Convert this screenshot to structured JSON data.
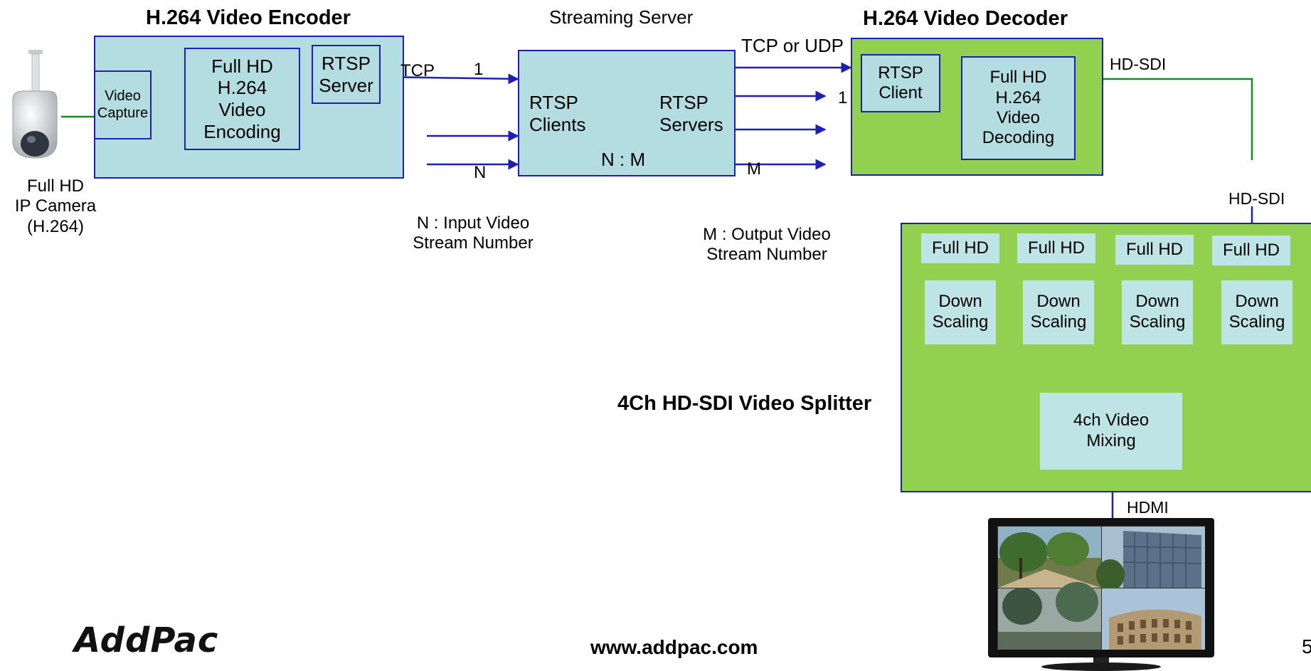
{
  "colors": {
    "panel_cyan": "#b4dde2",
    "panel_green": "#92d050",
    "tile_cyan": "#bfe4e6",
    "border_blue": "#1f1fb4",
    "line_blue": "#1f1fb4",
    "line_green": "#1a8a1a"
  },
  "icons": [
    "ip-camera-icon",
    "monitor-icon"
  ],
  "encoder": {
    "title": "H.264 Video Encoder",
    "video_capture": "Video\nCapture",
    "encoding": "Full HD\nH.264\nVideo\nEncoding",
    "rtsp_server": "RTSP\nServer",
    "tcp_label": "TCP"
  },
  "camera": {
    "label": "Full HD\nIP Camera\n(H.264)"
  },
  "streaming_server": {
    "title": "Streaming Server",
    "rtsp_clients": "RTSP\nClients",
    "rtsp_servers": "RTSP\nServers",
    "ratio": "N : M",
    "input_first": "1",
    "input_last": "N",
    "output_first": "1",
    "output_last": "M",
    "protocol": "TCP or UDP",
    "input_note": "N : Input Video\nStream Number",
    "output_note": "M : Output Video\nStream Number"
  },
  "decoder": {
    "title": "H.264 Video Decoder",
    "rtsp_client": "RTSP\nClient",
    "decoding": "Full HD\nH.264\nVideo\nDecoding",
    "output_label": "HD-SDI"
  },
  "splitter": {
    "title": "4Ch HD-SDI Video Splitter",
    "input_label": "HD-SDI",
    "channels": [
      {
        "full_hd": "Full HD",
        "down": "Down\nScaling"
      },
      {
        "full_hd": "Full HD",
        "down": "Down\nScaling"
      },
      {
        "full_hd": "Full HD",
        "down": "Down\nScaling"
      },
      {
        "full_hd": "Full HD",
        "down": "Down\nScaling"
      }
    ],
    "mixing": "4ch Video\nMixing",
    "output_label": "HDMI"
  },
  "footer": {
    "logo": "AddPac",
    "url": "www.addpac.com",
    "page": "5"
  }
}
